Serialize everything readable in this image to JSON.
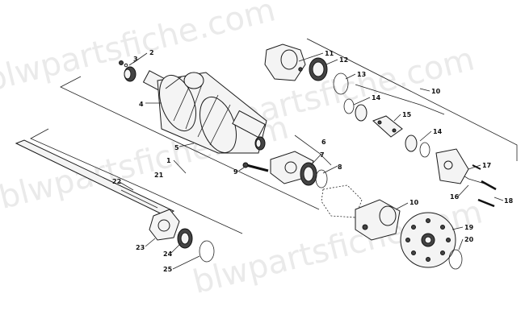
{
  "watermark": "blwpartsfiche.com",
  "callouts": {
    "c1": "1",
    "c2": "2",
    "c3": "3",
    "c4": "4",
    "c5": "5",
    "c6": "6",
    "c7": "7",
    "c8": "8",
    "c9": "9",
    "c10a": "10",
    "c10b": "10",
    "c11": "11",
    "c12": "12",
    "c13": "13",
    "c14a": "14",
    "c14b": "14",
    "c15": "15",
    "c16": "16",
    "c17": "17",
    "c18": "18",
    "c19": "19",
    "c20": "20",
    "c21": "21",
    "c22": "22",
    "c23": "23",
    "c24": "24",
    "c25": "25"
  }
}
